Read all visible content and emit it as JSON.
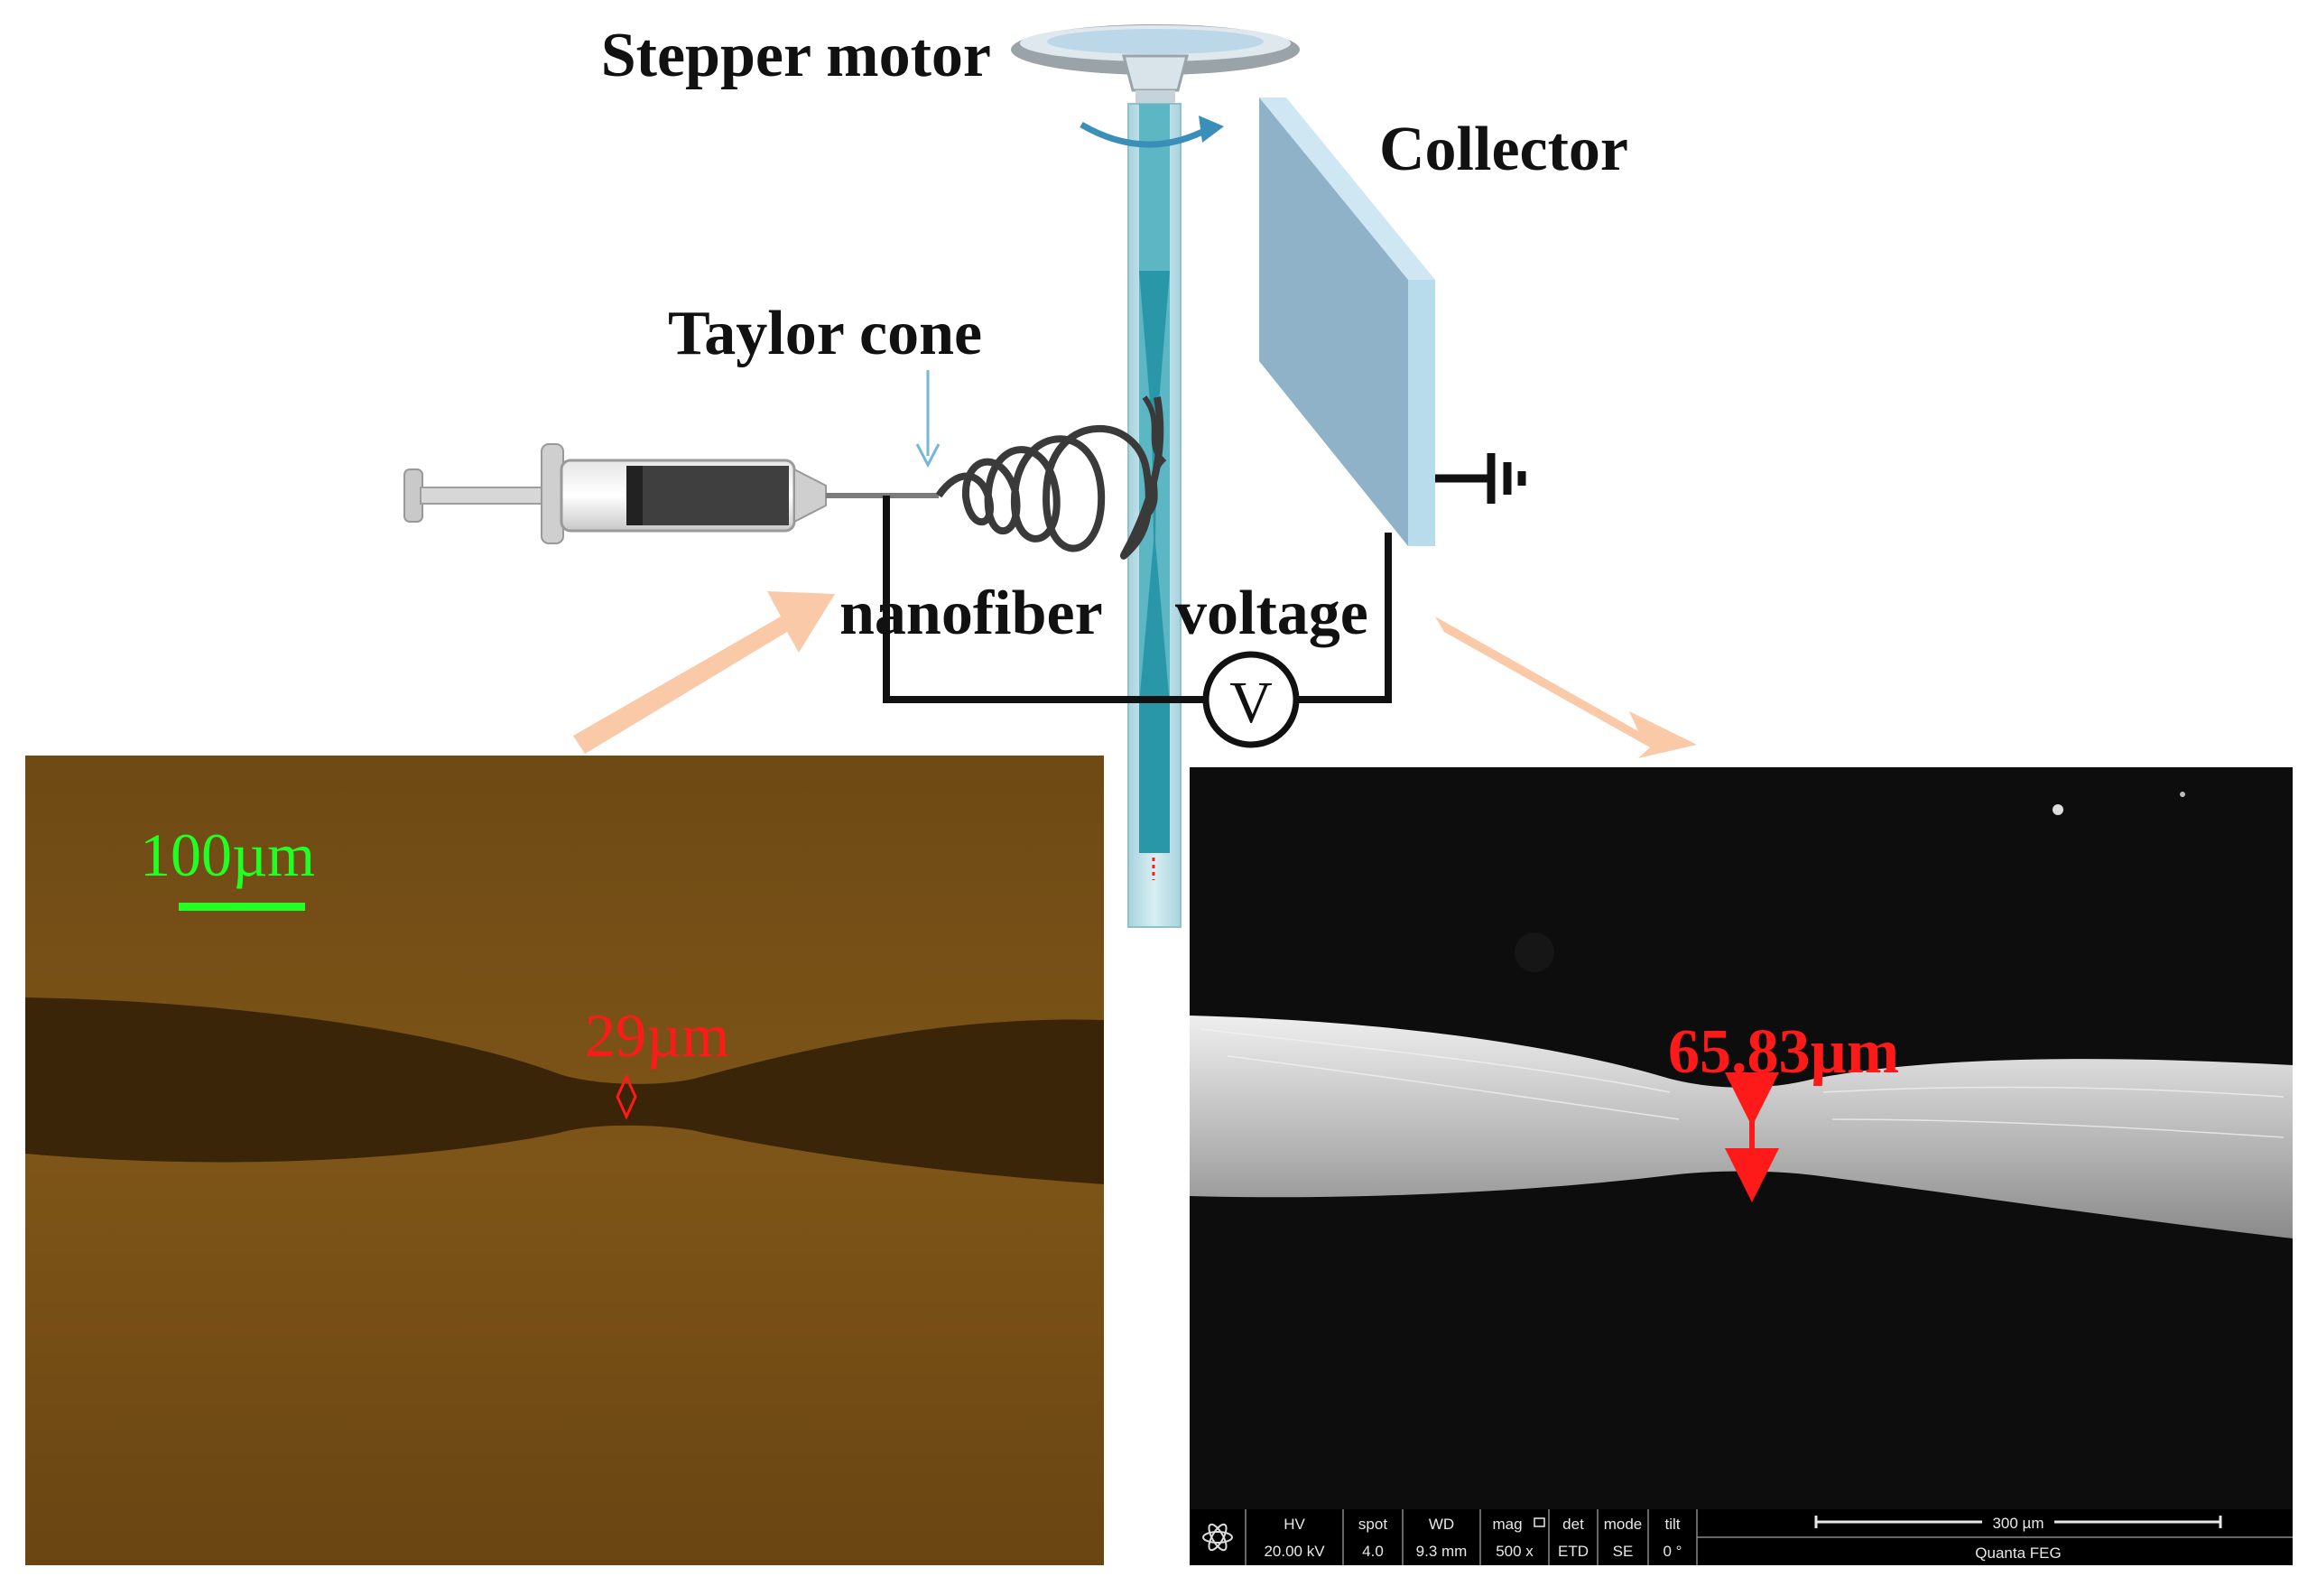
{
  "labels": {
    "stepper_motor": "Stepper motor",
    "collector": "Collector",
    "taylor_cone": "Taylor cone",
    "nanofiber": "nanofiber",
    "voltage": "voltage",
    "voltmeter": "V"
  },
  "optical_image": {
    "scale_bar": "100µm",
    "measurement": "29µm"
  },
  "sem_image": {
    "measurement": "65.83µm",
    "info_bar": {
      "hv_label": "HV",
      "hv_value": "20.00 kV",
      "spot_label": "spot",
      "spot_value": "4.0",
      "wd_label": "WD",
      "wd_value": "9.3 mm",
      "mag_label": "mag",
      "mag_value": "500 x",
      "det_label": "det",
      "det_value": "ETD",
      "mode_label": "mode",
      "mode_value": "SE",
      "tilt_label": "tilt",
      "tilt_value": "0 °",
      "scale_label": "300 µm",
      "instrument": "Quanta FEG"
    }
  },
  "colors": {
    "label_text": "#111111",
    "scale_green": "#22ff22",
    "measure_red": "#ff1a1a",
    "optical_bg": "#7a5216",
    "sem_bg": "#0d0d0d",
    "rod_teal": "#39a6b6",
    "collector_blue": "#8fb2c8",
    "arrow_peach": "#f9c9a8"
  }
}
